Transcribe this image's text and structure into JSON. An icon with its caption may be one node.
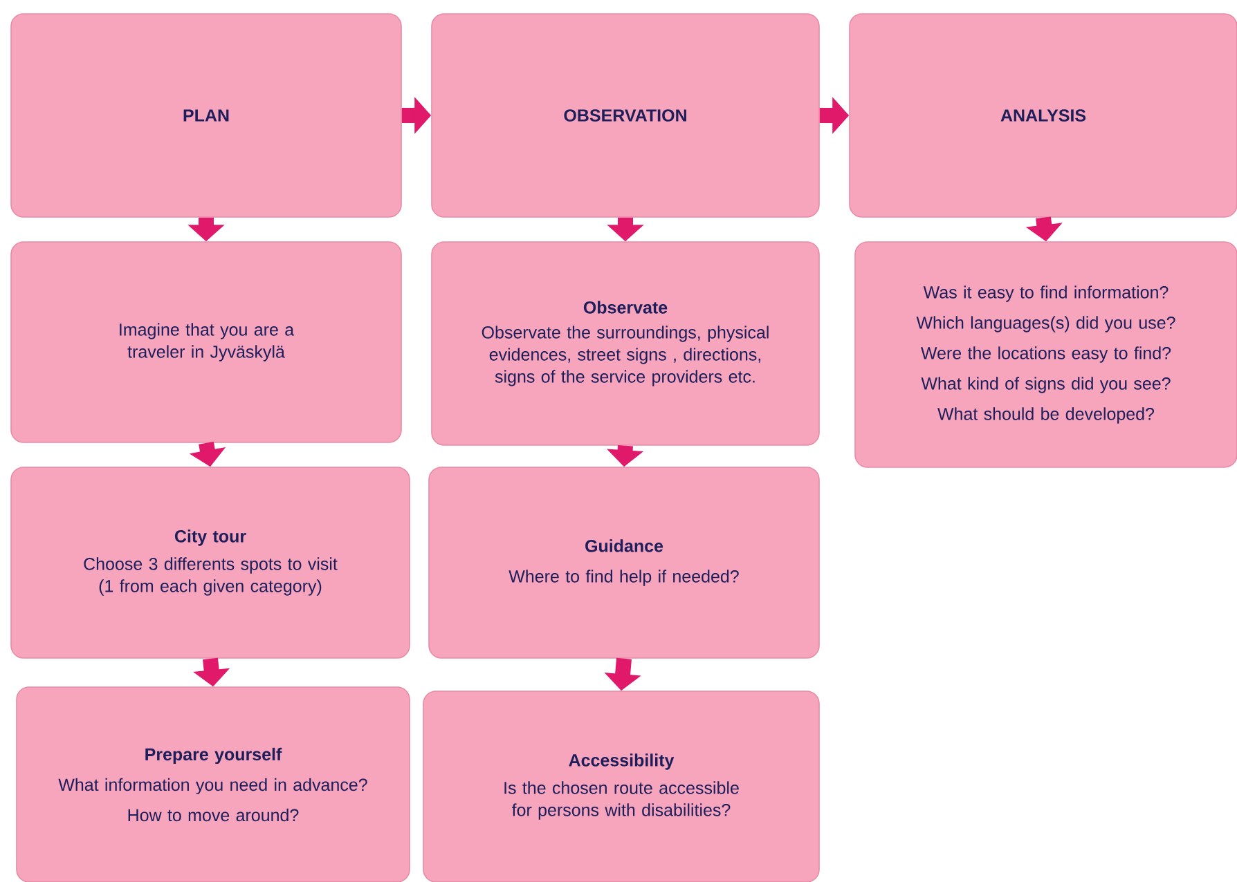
{
  "diagram": {
    "nodes": [
      {
        "text": [
          "PLAN"
        ]
      },
      {
        "text": [
          "OBSERVATION"
        ]
      },
      {
        "text": [
          "ANALYSIS"
        ]
      },
      {
        "text": [
          "Imagine that you are a traveler in Jyväskylä"
        ]
      },
      {
        "text": [
          "Observate",
          "Observate the surroundings, physical evidences, street signs , directions, signs of the service providers etc."
        ]
      },
      {
        "text": [
          "Was it easy to find information?",
          "Which languages(s) did you use?",
          "Were the locations easy to find?",
          "What kind of signs did you see?",
          "What should be developed?"
        ]
      },
      {
        "text": [
          "City tour",
          "Choose 3 differents spots to visit (1 from each given category)"
        ]
      },
      {
        "text": [
          "Guidance",
          "Where to find help if needed?"
        ]
      },
      {
        "text": [
          "Prepare yourself",
          "What information you need in advance?",
          "How to move around?"
        ]
      },
      {
        "text": [
          "Accessibility",
          "Is the chosen route accessible for persons with disabilities?"
        ]
      }
    ],
    "edges": [
      {
        "from": 0,
        "to": 1,
        "arrow": "to"
      },
      {
        "from": 1,
        "to": 2,
        "arrow": "to"
      },
      {
        "from": 0,
        "to": 3,
        "arrow": "to"
      },
      {
        "from": 1,
        "to": 4,
        "arrow": "to"
      },
      {
        "from": 2,
        "to": 5,
        "arrow": "to"
      },
      {
        "from": 3,
        "to": 6,
        "arrow": "to"
      },
      {
        "from": 4,
        "to": 7,
        "arrow": "to"
      },
      {
        "from": 6,
        "to": 8,
        "arrow": "to"
      },
      {
        "from": 7,
        "to": 9,
        "arrow": "to"
      }
    ]
  }
}
